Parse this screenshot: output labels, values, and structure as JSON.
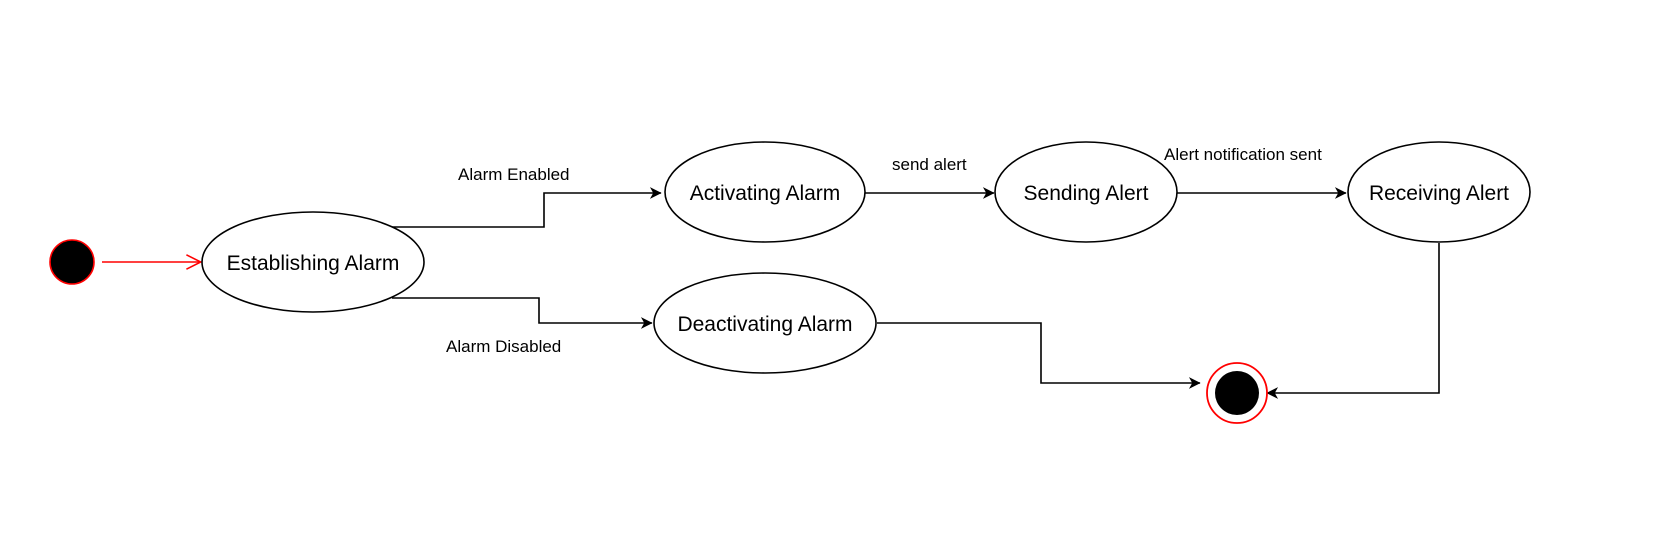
{
  "colors": {
    "stroke": "#000000",
    "node_fill": "#ffffff",
    "pseudo_fill": "#000000",
    "initial_accent": "#ff0000",
    "final_accent": "#ff0000",
    "background": "#ffffff"
  },
  "states": {
    "establishing": "Establishing Alarm",
    "activating": "Activating Alarm",
    "sending": "Sending Alert",
    "receiving": "Receiving Alert",
    "deactivating": "Deactivating Alarm"
  },
  "transitions": {
    "alarm_enabled": "Alarm Enabled",
    "alarm_disabled": "Alarm Disabled",
    "send_alert": "send alert",
    "notification_sent": "Alert notification sent"
  },
  "pseudo_states": {
    "initial": "initial-state",
    "final": "final-state"
  }
}
